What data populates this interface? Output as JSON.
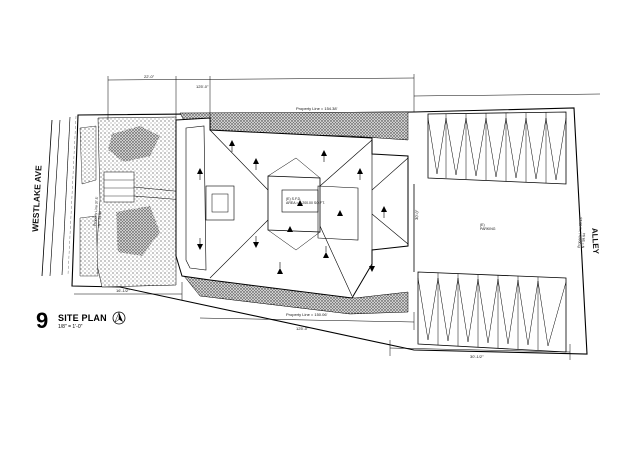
{
  "sheet": {
    "number": "9",
    "title": "SITE PLAN",
    "scale": "1/8\" = 1'-0\""
  },
  "streets": {
    "west": "WESTLAKE AVE",
    "east": "ALLEY"
  },
  "property_lines": {
    "north": "Property Line = 154.38'",
    "south": "Property Line = 150.06'",
    "west": "Property Line 37.5'\nN = 59.94",
    "east": "Property Line 36.13'\nN = 59.94"
  },
  "areas": {
    "house": "(E) S.F.D.\nAREA = 3,200.00 SQ.FT.",
    "parking": "(E)\nPARKING"
  },
  "dimensions": {
    "top_left": "22'-0\"",
    "top_mid": "125'-0\"",
    "bottom_left": "16'-1/2\"",
    "bottom_mid": "125'-0\"",
    "bottom_right": "30'-1/2\"",
    "side_mid": "30'-0\""
  },
  "icons": {
    "north_arrow": "north-arrow-icon"
  }
}
